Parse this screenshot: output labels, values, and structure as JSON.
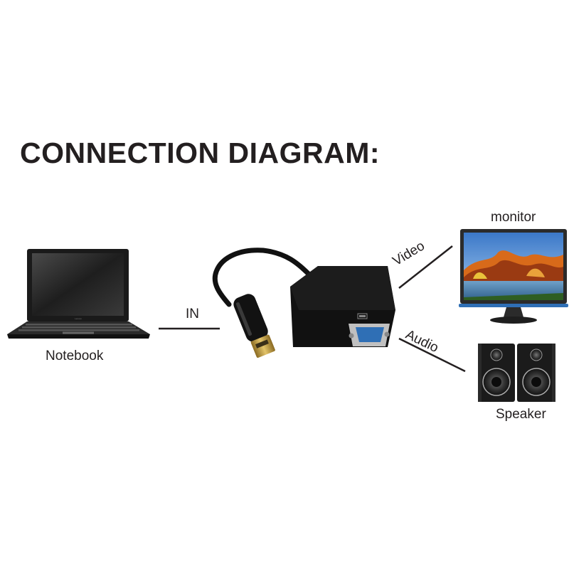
{
  "title": "CONNECTION DIAGRAM:",
  "labels": {
    "notebook": "Notebook",
    "monitor": "monitor",
    "speaker": "Speaker",
    "in": "IN",
    "video": "Video",
    "audio": "Audio"
  },
  "devices": {
    "laptop_brand": "Lenovo"
  },
  "colors": {
    "text": "#231f20",
    "line": "#231f20",
    "adapter_body": "#111111",
    "vga_port": "#2f6fb5",
    "hdmi_plug": "#c8a24a",
    "monitor_frame": "#2b2b2b",
    "monitor_accent": "#2f6fb5"
  }
}
